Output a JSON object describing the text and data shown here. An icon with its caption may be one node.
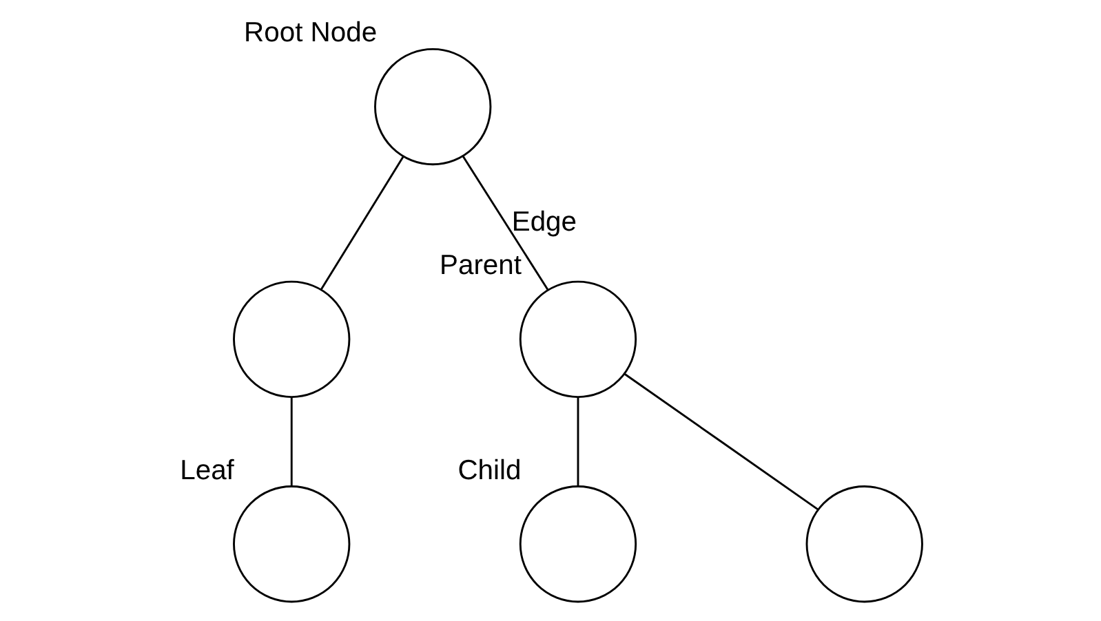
{
  "diagram": {
    "nodes": [
      {
        "text": [],
        "shape": "circle",
        "beside": [
          "Root Node"
        ]
      },
      {
        "text": [],
        "shape": "circle"
      },
      {
        "text": [],
        "shape": "circle",
        "beside": [
          "Parent"
        ]
      },
      {
        "text": [],
        "shape": "circle",
        "beside": [
          "Leaf"
        ]
      },
      {
        "text": [],
        "shape": "circle",
        "beside": [
          "Child"
        ]
      },
      {
        "text": [],
        "shape": "circle"
      }
    ],
    "edges": [
      {
        "from": 0,
        "to": 1,
        "arrow": "none"
      },
      {
        "from": 0,
        "to": 2,
        "arrow": "none",
        "label": "Edge"
      },
      {
        "from": 1,
        "to": 3,
        "arrow": "none"
      },
      {
        "from": 2,
        "to": 4,
        "arrow": "none"
      },
      {
        "from": 2,
        "to": 5,
        "arrow": "none"
      }
    ]
  }
}
